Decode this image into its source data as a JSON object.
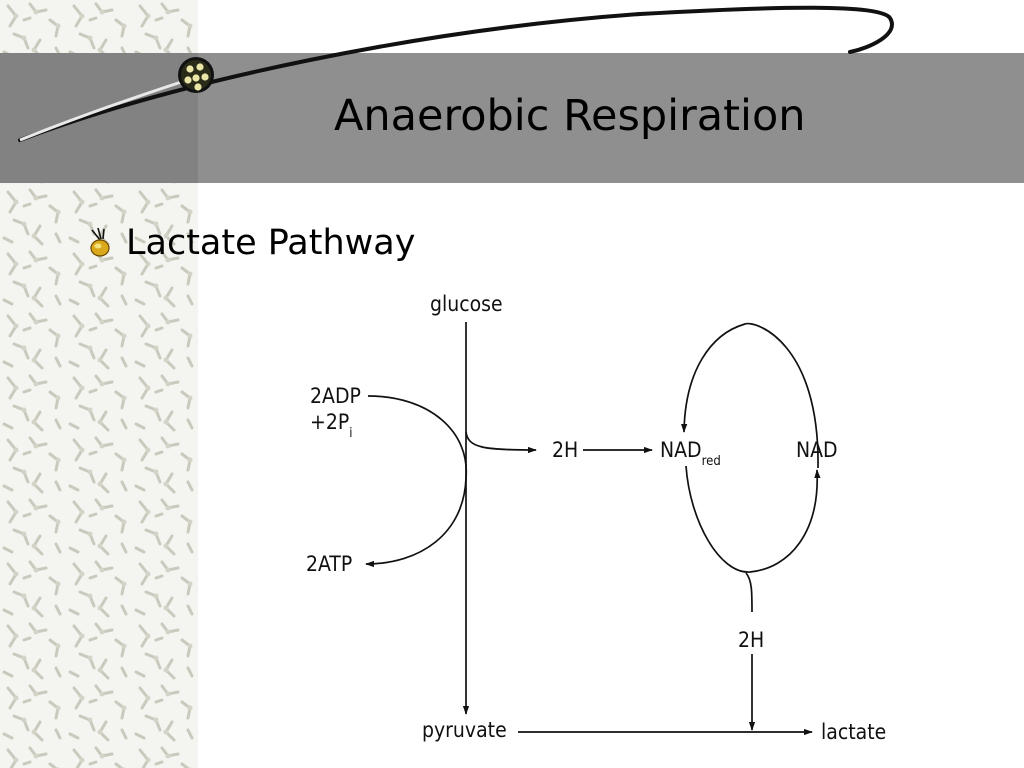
{
  "slide": {
    "title": "Anaerobic Respiration",
    "bullet": "Lactate Pathway"
  },
  "diagram": {
    "glucose": "glucose",
    "adp": "2ADP",
    "pi_main": "+2P",
    "pi_sub": "i",
    "atp": "2ATP",
    "h_top": "2H",
    "nad_red_main": "NAD",
    "nad_red_sub": "red",
    "nad": "NAD",
    "h_bottom": "2H",
    "pyruvate": "pyruvate",
    "lactate": "lactate"
  },
  "colors": {
    "title_band": "#8f8f8f",
    "background": "#ffffff",
    "pattern": "#d9d9cf",
    "text": "#000000"
  },
  "icons": {
    "bullet": "bee-bullet-icon",
    "logo": "molecule-cluster-icon"
  }
}
